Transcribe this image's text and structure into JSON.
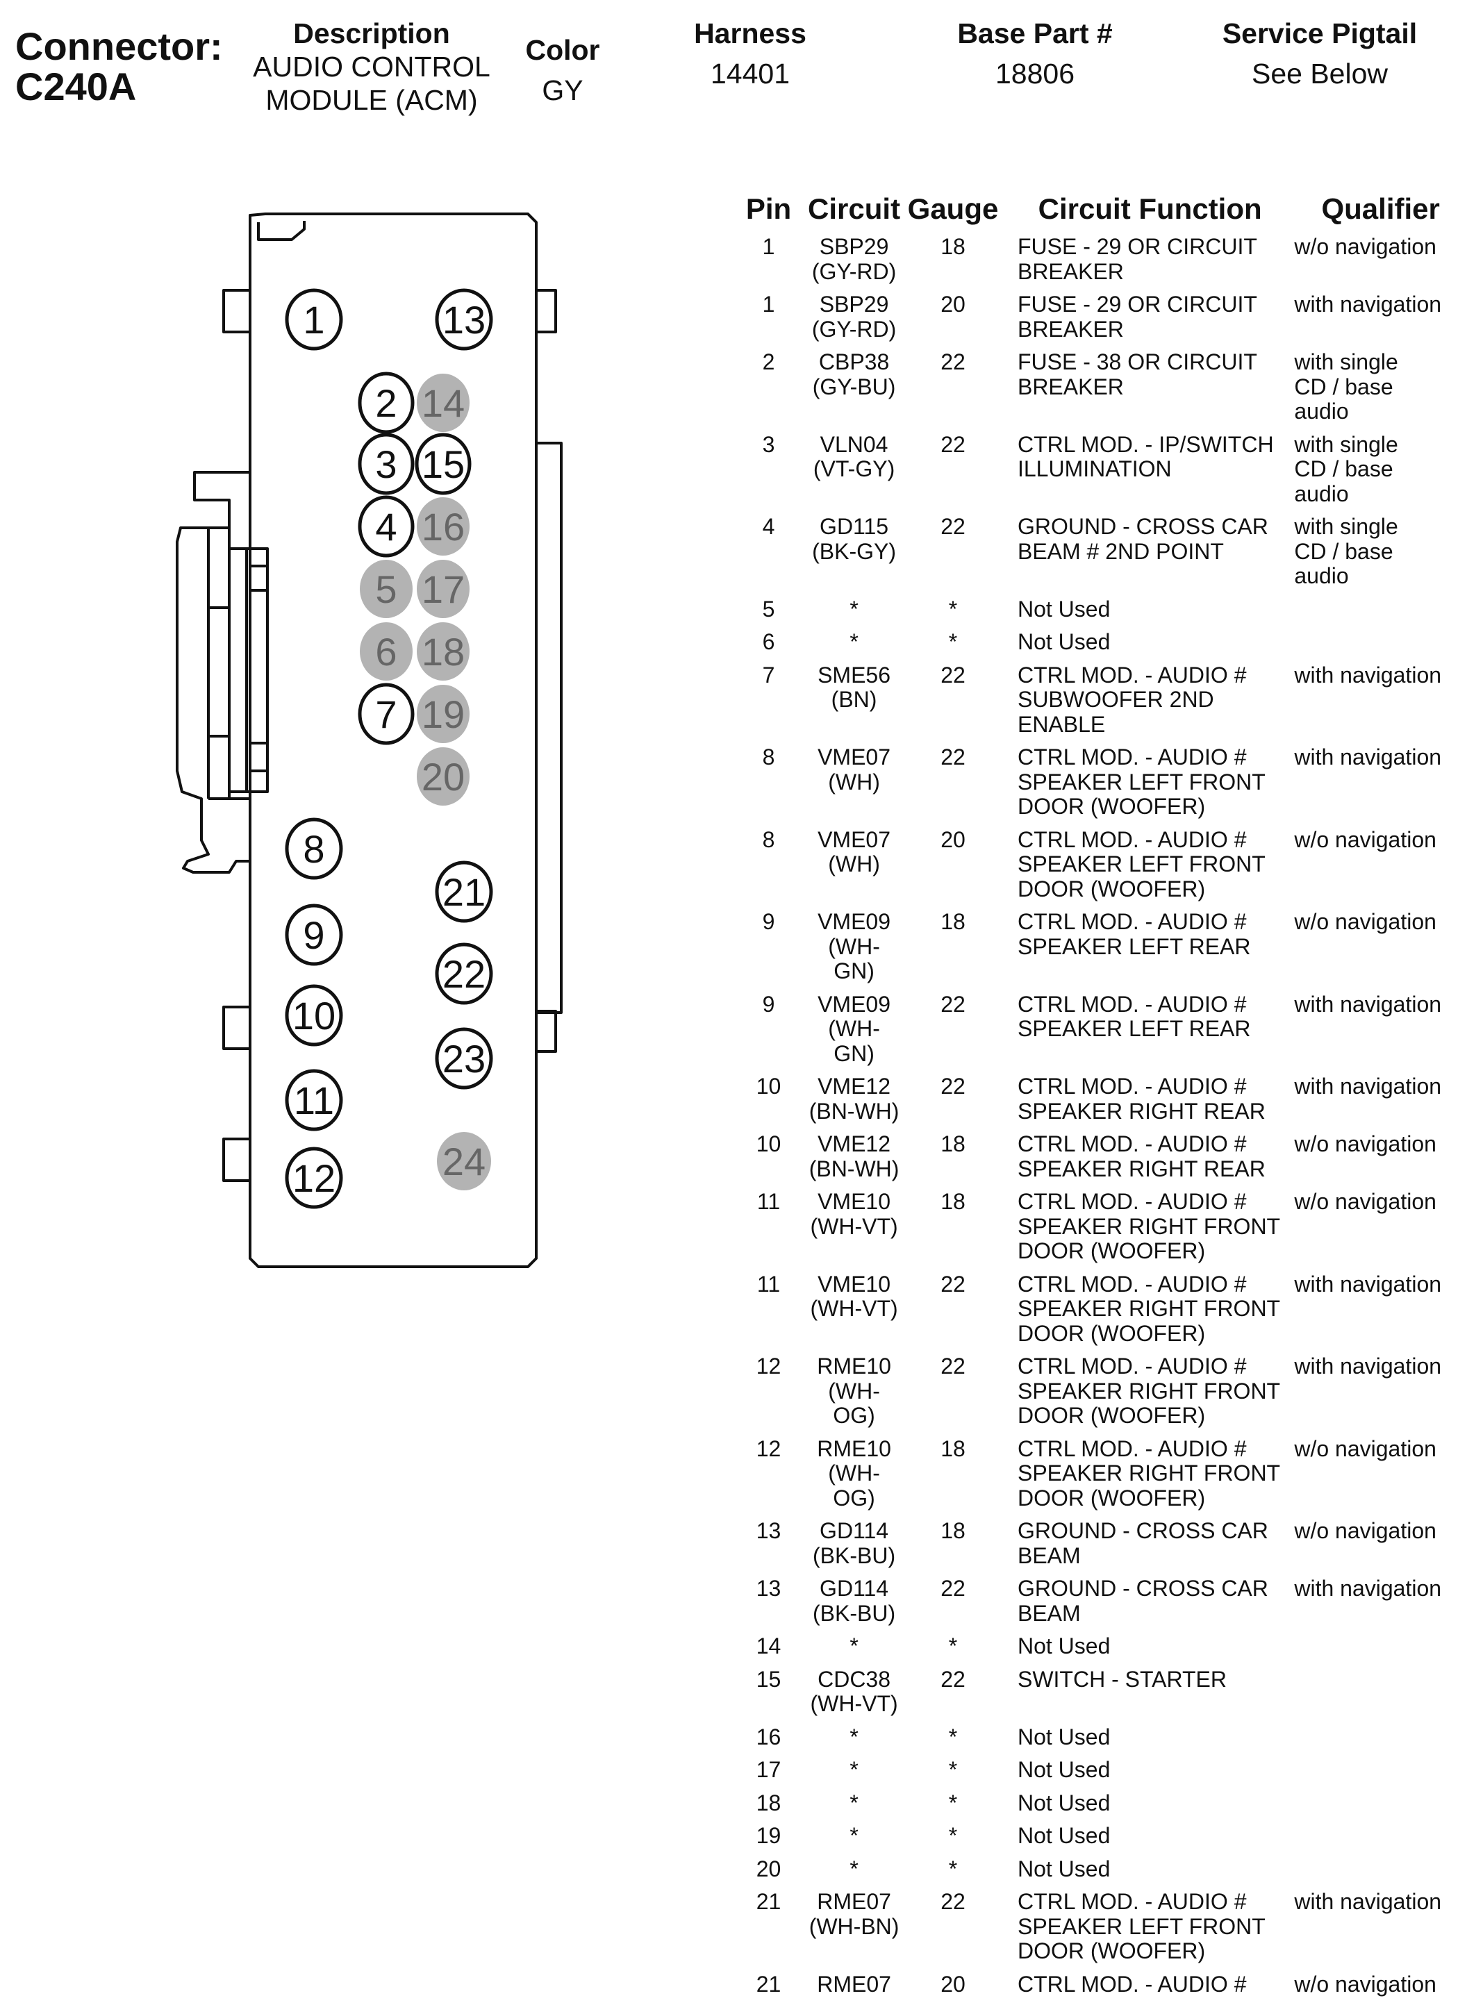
{
  "connector": {
    "label": "Connector:",
    "id": "C240A"
  },
  "header": {
    "description": {
      "label": "Description",
      "value": "AUDIO CONTROL\nMODULE (ACM)"
    },
    "color": {
      "label": "Color",
      "value": "GY"
    },
    "harness": {
      "label": "Harness",
      "value": "14401"
    },
    "base_part": {
      "label": "Base Part #",
      "value": "18806"
    },
    "service_pigtail": {
      "label": "Service Pigtail",
      "value": "See Below"
    }
  },
  "table": {
    "columns": [
      "Pin",
      "Circuit",
      "Gauge",
      "Circuit Function",
      "Qualifier"
    ],
    "rows": [
      {
        "pin": "1",
        "circuit": "SBP29\n(GY-RD)",
        "gauge": "18",
        "function": "FUSE - 29 OR CIRCUIT\nBREAKER",
        "qualifier": "w/o navigation"
      },
      {
        "pin": "1",
        "circuit": "SBP29\n(GY-RD)",
        "gauge": "20",
        "function": "FUSE - 29 OR CIRCUIT\nBREAKER",
        "qualifier": "with navigation"
      },
      {
        "pin": "2",
        "circuit": "CBP38\n(GY-BU)",
        "gauge": "22",
        "function": "FUSE - 38 OR CIRCUIT\nBREAKER",
        "qualifier": "with single\nCD / base\naudio"
      },
      {
        "pin": "3",
        "circuit": "VLN04\n(VT-GY)",
        "gauge": "22",
        "function": "CTRL MOD. - IP/SWITCH\nILLUMINATION",
        "qualifier": "with single\nCD / base\naudio"
      },
      {
        "pin": "4",
        "circuit": "GD115\n(BK-GY)",
        "gauge": "22",
        "function": "GROUND - CROSS CAR\nBEAM # 2ND POINT",
        "qualifier": "with single\nCD / base\naudio"
      },
      {
        "pin": "5",
        "circuit": "*",
        "gauge": "*",
        "function": "Not Used",
        "qualifier": ""
      },
      {
        "pin": "6",
        "circuit": "*",
        "gauge": "*",
        "function": "Not Used",
        "qualifier": ""
      },
      {
        "pin": "7",
        "circuit": "SME56\n(BN)",
        "gauge": "22",
        "function": "CTRL MOD. - AUDIO #\nSUBWOOFER 2ND\nENABLE",
        "qualifier": "with navigation"
      },
      {
        "pin": "8",
        "circuit": "VME07\n(WH)",
        "gauge": "22",
        "function": "CTRL MOD. - AUDIO #\nSPEAKER LEFT FRONT\nDOOR (WOOFER)",
        "qualifier": "with navigation"
      },
      {
        "pin": "8",
        "circuit": "VME07\n(WH)",
        "gauge": "20",
        "function": "CTRL MOD. - AUDIO #\nSPEAKER LEFT FRONT\nDOOR (WOOFER)",
        "qualifier": "w/o navigation"
      },
      {
        "pin": "9",
        "circuit": "VME09\n(WH-GN)",
        "gauge": "18",
        "function": "CTRL MOD. - AUDIO #\nSPEAKER LEFT REAR",
        "qualifier": "w/o navigation"
      },
      {
        "pin": "9",
        "circuit": "VME09\n(WH-GN)",
        "gauge": "22",
        "function": "CTRL MOD. - AUDIO #\nSPEAKER LEFT REAR",
        "qualifier": "with navigation"
      },
      {
        "pin": "10",
        "circuit": "VME12\n(BN-WH)",
        "gauge": "22",
        "function": "CTRL MOD. - AUDIO #\nSPEAKER RIGHT REAR",
        "qualifier": "with navigation"
      },
      {
        "pin": "10",
        "circuit": "VME12\n(BN-WH)",
        "gauge": "18",
        "function": "CTRL MOD. - AUDIO #\nSPEAKER RIGHT REAR",
        "qualifier": "w/o navigation"
      },
      {
        "pin": "11",
        "circuit": "VME10\n(WH-VT)",
        "gauge": "18",
        "function": "CTRL MOD. - AUDIO #\nSPEAKER RIGHT FRONT\nDOOR (WOOFER)",
        "qualifier": "w/o navigation"
      },
      {
        "pin": "11",
        "circuit": "VME10\n(WH-VT)",
        "gauge": "22",
        "function": "CTRL MOD. - AUDIO #\nSPEAKER RIGHT FRONT\nDOOR (WOOFER)",
        "qualifier": "with navigation"
      },
      {
        "pin": "12",
        "circuit": "RME10\n(WH-OG)",
        "gauge": "22",
        "function": "CTRL MOD. - AUDIO #\nSPEAKER RIGHT FRONT\nDOOR (WOOFER)",
        "qualifier": "with navigation"
      },
      {
        "pin": "12",
        "circuit": "RME10\n(WH-OG)",
        "gauge": "18",
        "function": "CTRL MOD. - AUDIO #\nSPEAKER RIGHT FRONT\nDOOR (WOOFER)",
        "qualifier": "w/o navigation"
      },
      {
        "pin": "13",
        "circuit": "GD114\n(BK-BU)",
        "gauge": "18",
        "function": "GROUND - CROSS CAR\nBEAM",
        "qualifier": "w/o navigation"
      },
      {
        "pin": "13",
        "circuit": "GD114\n(BK-BU)",
        "gauge": "22",
        "function": "GROUND - CROSS CAR\nBEAM",
        "qualifier": "with navigation"
      },
      {
        "pin": "14",
        "circuit": "*",
        "gauge": "*",
        "function": "Not Used",
        "qualifier": ""
      },
      {
        "pin": "15",
        "circuit": "CDC38\n(WH-VT)",
        "gauge": "22",
        "function": "SWITCH - STARTER",
        "qualifier": ""
      },
      {
        "pin": "16",
        "circuit": "*",
        "gauge": "*",
        "function": "Not Used",
        "qualifier": ""
      },
      {
        "pin": "17",
        "circuit": "*",
        "gauge": "*",
        "function": "Not Used",
        "qualifier": ""
      },
      {
        "pin": "18",
        "circuit": "*",
        "gauge": "*",
        "function": "Not Used",
        "qualifier": ""
      },
      {
        "pin": "19",
        "circuit": "*",
        "gauge": "*",
        "function": "Not Used",
        "qualifier": ""
      },
      {
        "pin": "20",
        "circuit": "*",
        "gauge": "*",
        "function": "Not Used",
        "qualifier": ""
      },
      {
        "pin": "21",
        "circuit": "RME07\n(WH-BN)",
        "gauge": "22",
        "function": "CTRL MOD. - AUDIO #\nSPEAKER LEFT FRONT\nDOOR (WOOFER)",
        "qualifier": "with navigation"
      },
      {
        "pin": "21",
        "circuit": "RME07",
        "gauge": "20",
        "function": "CTRL MOD. - AUDIO #",
        "qualifier": "w/o navigation"
      }
    ]
  },
  "diagram": {
    "pins": [
      {
        "label": "1",
        "used": true
      },
      {
        "label": "2",
        "used": true
      },
      {
        "label": "3",
        "used": true
      },
      {
        "label": "4",
        "used": true
      },
      {
        "label": "5",
        "used": false
      },
      {
        "label": "6",
        "used": false
      },
      {
        "label": "7",
        "used": true
      },
      {
        "label": "8",
        "used": true
      },
      {
        "label": "9",
        "used": true
      },
      {
        "label": "10",
        "used": true
      },
      {
        "label": "11",
        "used": true
      },
      {
        "label": "12",
        "used": true
      },
      {
        "label": "13",
        "used": true
      },
      {
        "label": "14",
        "used": false
      },
      {
        "label": "15",
        "used": true
      },
      {
        "label": "16",
        "used": false
      },
      {
        "label": "17",
        "used": false
      },
      {
        "label": "18",
        "used": false
      },
      {
        "label": "19",
        "used": false
      },
      {
        "label": "20",
        "used": false
      },
      {
        "label": "21",
        "used": true
      },
      {
        "label": "22",
        "used": true
      },
      {
        "label": "23",
        "used": true
      },
      {
        "label": "24",
        "used": false
      }
    ],
    "colors": {
      "outline": "#111111",
      "unused_fill": "#b3b3b3",
      "used_fill": "#ffffff",
      "unused_text": "#666666"
    }
  }
}
